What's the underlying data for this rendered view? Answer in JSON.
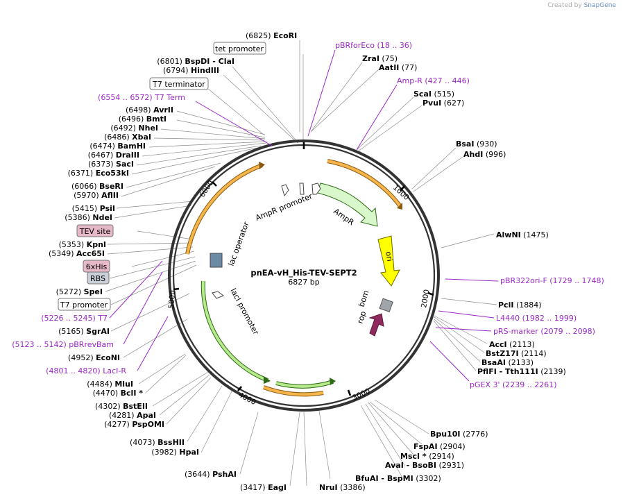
{
  "credit": {
    "text": "Created by",
    "brand": "SnapGene"
  },
  "plasmid": {
    "name": "pnEA-vH_His-TEV-SEPT2",
    "size_label": "6827 bp",
    "length": 6827
  },
  "colors": {
    "site": "#000000",
    "primer": "#9b27c7",
    "tick": "#000000",
    "orange_feature": "#f5a623",
    "green_feature": "#84d94a",
    "ori": "#ffff00",
    "rop": "#8f2a5e",
    "bom": "#a0a4ab",
    "tev_fill": "#e6b8c8",
    "rbs_fill": "#c9d0d8"
  },
  "ticks": [
    "1000",
    "2000",
    "3000",
    "4000",
    "5000",
    "6000"
  ],
  "inner_features": {
    "amp_r": "AmpR",
    "ori": "ori",
    "bom": "bom",
    "rop": "rop",
    "lac_operator": "lac operator",
    "ampr_promoter": "AmpR promoter",
    "laci_promoter": "lacI promoter"
  },
  "right_sites": [
    {
      "name": "EcoRI",
      "pos": "(6825)"
    },
    {
      "name": "ZraI",
      "pos": "(75)"
    },
    {
      "name": "AatII",
      "pos": "(77)"
    },
    {
      "name": "ScaI",
      "pos": "(515)"
    },
    {
      "name": "PvuI",
      "pos": "(627)"
    },
    {
      "name": "BsaI",
      "pos": "(930)"
    },
    {
      "name": "AhdI",
      "pos": "(996)"
    },
    {
      "name": "AlwNI",
      "pos": "(1475)"
    },
    {
      "name": "PciI",
      "pos": "(1884)"
    },
    {
      "name": "AccI",
      "pos": "(2113)"
    },
    {
      "name": "BstZ17I",
      "pos": "(2114)"
    },
    {
      "name": "BsaAI",
      "pos": "(2133)"
    },
    {
      "name": "PflFI - Tth111I",
      "pos": "(2139)"
    },
    {
      "name": "Bpu10I",
      "pos": "(2776)"
    },
    {
      "name": "FspAI",
      "pos": "(2904)"
    },
    {
      "name": "MscI *",
      "pos": "(2914)"
    },
    {
      "name": "AvaI - BsoBI",
      "pos": "(2931)"
    },
    {
      "name": "BfuAI - BspMI",
      "pos": "(3302)"
    }
  ],
  "bottom_sites": [
    {
      "name": "PshAI",
      "pos": "(3644)"
    },
    {
      "name": "EagI",
      "pos": "(3417)"
    },
    {
      "name": "NruI",
      "pos": "(3386)"
    }
  ],
  "left_sites": [
    {
      "name": "BspDI - ClaI",
      "pos": "(6801)"
    },
    {
      "name": "HindIII",
      "pos": "(6794)"
    },
    {
      "name": "AvrII",
      "pos": "(6498)"
    },
    {
      "name": "BmtI",
      "pos": "(6496)"
    },
    {
      "name": "NheI",
      "pos": "(6492)"
    },
    {
      "name": "XbaI",
      "pos": "(6486)"
    },
    {
      "name": "BamHI",
      "pos": "(6474)"
    },
    {
      "name": "DraIII",
      "pos": "(6467)"
    },
    {
      "name": "SacI",
      "pos": "(6373)"
    },
    {
      "name": "Eco53kI",
      "pos": "(6371)"
    },
    {
      "name": "BseRI",
      "pos": "(6066)"
    },
    {
      "name": "AflII",
      "pos": "(5970)"
    },
    {
      "name": "PsiI",
      "pos": "(5415)"
    },
    {
      "name": "NdeI",
      "pos": "(5386)"
    },
    {
      "name": "KpnI",
      "pos": "(5353)"
    },
    {
      "name": "Acc65I",
      "pos": "(5349)"
    },
    {
      "name": "SpeI",
      "pos": "(5272)"
    },
    {
      "name": "SgrAI",
      "pos": "(5165)"
    },
    {
      "name": "EcoNI",
      "pos": "(4952)"
    },
    {
      "name": "MluI",
      "pos": "(4484)"
    },
    {
      "name": "BclI *",
      "pos": "(4470)"
    },
    {
      "name": "BstEII",
      "pos": "(4302)"
    },
    {
      "name": "ApaI",
      "pos": "(4281)"
    },
    {
      "name": "PspOMI",
      "pos": "(4277)"
    },
    {
      "name": "BssHII",
      "pos": "(4073)"
    },
    {
      "name": "HpaI",
      "pos": "(3982)"
    }
  ],
  "feature_boxes": [
    {
      "label": "tet promoter"
    },
    {
      "label": "T7 terminator"
    },
    {
      "label": "TEV site"
    },
    {
      "label": "6xHis"
    },
    {
      "label": "RBS"
    },
    {
      "label": "T7 promoter"
    }
  ],
  "primers": [
    {
      "label": "pBRforEco",
      "range": "(18 .. 36)"
    },
    {
      "label": "Amp-R",
      "range": "(427 .. 446)"
    },
    {
      "label": "T7 Term",
      "range": "(6554 .. 6572)"
    },
    {
      "label": "pBR322ori-F",
      "range": "(1729 .. 1748)"
    },
    {
      "label": "L4440",
      "range": "(1982 .. 1999)"
    },
    {
      "label": "pRS-marker",
      "range": "(2079 .. 2098)"
    },
    {
      "label": "pGEX 3'",
      "range": "(2239 .. 2261)"
    },
    {
      "label": "T7",
      "range": "(5226 .. 5245)"
    },
    {
      "label": "pBRrevBam",
      "range": "(5123 .. 5142)"
    },
    {
      "label": "LacI-R",
      "range": "(4801 .. 4820)"
    }
  ]
}
